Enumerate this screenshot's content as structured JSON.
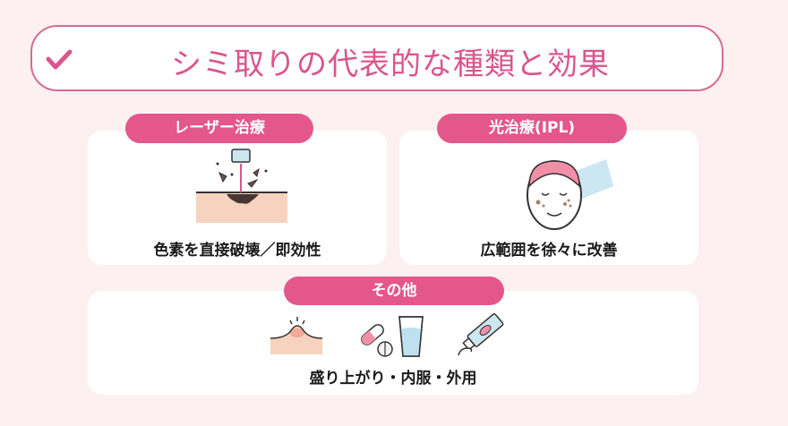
{
  "header": {
    "check_icon": "check-icon",
    "title": "シミ取りの代表的な種類と効果"
  },
  "colors": {
    "background": "#fdf0f1",
    "accent_pink": "#e3578a",
    "title_text": "#d9568c",
    "border": "#d56a94",
    "card": "#ffffff"
  },
  "cards": {
    "laser": {
      "label": "レーザー治療",
      "illustration": "laser-on-skin-icon",
      "caption": "色素を直接破壊／即効性"
    },
    "ipl": {
      "label": "光治療(IPL)",
      "illustration": "face-with-light-icon",
      "caption": "広範囲を徐々に改善"
    },
    "other": {
      "label": "その他",
      "illustrations": [
        "raised-skin-icon",
        "pills-and-water-icon",
        "ointment-tube-icon"
      ],
      "caption": "盛り上がり・内服・外用"
    }
  }
}
